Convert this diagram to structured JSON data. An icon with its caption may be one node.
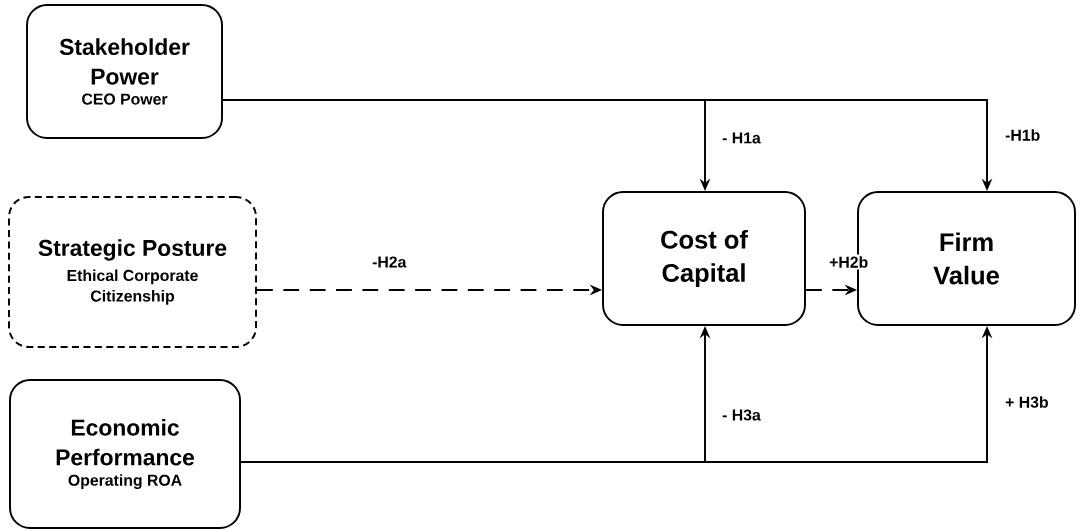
{
  "diagram": {
    "nodes": [
      {
        "text": [
          "Stakeholder Power",
          "CEO Power"
        ]
      },
      {
        "text": [
          "Strategic Posture",
          "Ethical Corporate Citizenship"
        ]
      },
      {
        "text": [
          "Economic Performance",
          "Operating ROA"
        ]
      },
      {
        "text": [
          "Cost of Capital"
        ]
      },
      {
        "text": [
          "Firm Value"
        ]
      }
    ],
    "edges": [
      {
        "from": 0,
        "to": 3,
        "arrow": "to",
        "label": "- H1a"
      },
      {
        "from": 0,
        "to": 4,
        "arrow": "to",
        "label": "-H1b"
      },
      {
        "from": 1,
        "to": 3,
        "arrow": "to",
        "label": "-H2a",
        "style": "dashed"
      },
      {
        "from": 3,
        "to": 4,
        "arrow": "to",
        "label": "+H2b",
        "style": "dashed"
      },
      {
        "from": 2,
        "to": 3,
        "arrow": "to",
        "label": "- H3a"
      },
      {
        "from": 2,
        "to": 4,
        "arrow": "to",
        "label": "+ H3b"
      }
    ]
  }
}
